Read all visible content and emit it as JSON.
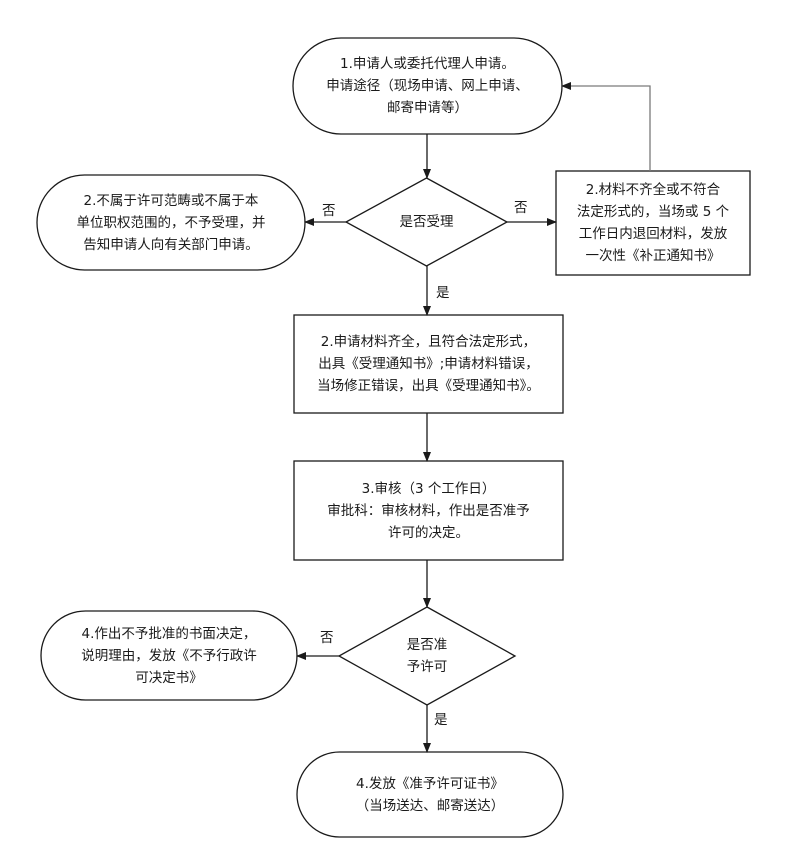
{
  "nodes": {
    "start": {
      "shape": "terminator",
      "text": "1.申请人或委托代理人申请。\n申请途径（现场申请、网上申请、\n邮寄申请等）"
    },
    "decision_accept": {
      "shape": "diamond",
      "text": "是否受理"
    },
    "reject_scope": {
      "shape": "terminator",
      "text": "2.不属于许可范畴或不属于本\n单位职权范围的，不予受理，并\n告知申请人向有关部门申请。"
    },
    "return_materials": {
      "shape": "process",
      "text": "2.材料不齐全或不符合\n法定形式的，当场或 5 个\n工作日内退回材料，发放\n一次性《补正通知书》"
    },
    "accepted": {
      "shape": "process",
      "text": "2.申请材料齐全，且符合法定形式，\n出具《受理通知书》;申请材料错误，\n当场修正错误，出具《受理通知书》。"
    },
    "review": {
      "shape": "process",
      "text": "3.审核（3 个工作日）\n审批科：审核材料，作出是否准予\n许可的决定。"
    },
    "decision_permit": {
      "shape": "diamond",
      "text": "是否准\n予许可"
    },
    "deny": {
      "shape": "terminator",
      "text": "4.作出不予批准的书面决定，\n说明理由，发放《不予行政许\n可决定书》"
    },
    "grant": {
      "shape": "terminator",
      "text": "4.发放《准予许可证书》\n（当场送达、邮寄送达）"
    }
  },
  "edges": [
    {
      "from": "start",
      "to": "decision_accept",
      "label": ""
    },
    {
      "from": "decision_accept",
      "to": "reject_scope",
      "label": "否"
    },
    {
      "from": "decision_accept",
      "to": "return_materials",
      "label": "否"
    },
    {
      "from": "return_materials",
      "to": "start",
      "label": ""
    },
    {
      "from": "decision_accept",
      "to": "accepted",
      "label": "是"
    },
    {
      "from": "accepted",
      "to": "review",
      "label": ""
    },
    {
      "from": "review",
      "to": "decision_permit",
      "label": ""
    },
    {
      "from": "decision_permit",
      "to": "deny",
      "label": "否"
    },
    {
      "from": "decision_permit",
      "to": "grant",
      "label": "是"
    }
  ],
  "colors": {
    "stroke": "#1a1a1a",
    "loop_stroke": "#7a7a7a",
    "background": "#ffffff"
  }
}
